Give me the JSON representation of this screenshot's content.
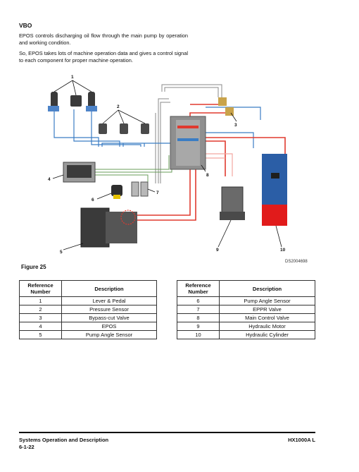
{
  "section": {
    "title": "VBO",
    "para1": "EPOS controls discharging oil flow through the main pump by operation and working condition.",
    "para2": "So, EPOS takes lots of machine operation data and gives a control signal to each component for proper machine operation."
  },
  "figure": {
    "label": "Figure 25",
    "code": "DS2004698",
    "callouts": [
      "1",
      "2",
      "3",
      "4",
      "5",
      "6",
      "7",
      "8",
      "9",
      "10"
    ]
  },
  "table": {
    "headers": {
      "ref": "Reference Number",
      "desc": "Description"
    },
    "left_rows": [
      {
        "ref": "1",
        "desc": "Lever & Pedal"
      },
      {
        "ref": "2",
        "desc": "Pressure Sensor"
      },
      {
        "ref": "3",
        "desc": "Bypass-cut Valve"
      },
      {
        "ref": "4",
        "desc": "EPOS"
      },
      {
        "ref": "5",
        "desc": "Pump Angle Sensor"
      }
    ],
    "right_rows": [
      {
        "ref": "6",
        "desc": "Pump Angle Sensor"
      },
      {
        "ref": "7",
        "desc": "EPPR Valve"
      },
      {
        "ref": "8",
        "desc": "Main Control Valve"
      },
      {
        "ref": "9",
        "desc": "Hydraulic Motor"
      },
      {
        "ref": "10",
        "desc": "Hydraulic Cylinder"
      }
    ]
  },
  "footer": {
    "left": "Systems Operation and Description",
    "right": "HX1000A L",
    "page": "6-1-22"
  }
}
